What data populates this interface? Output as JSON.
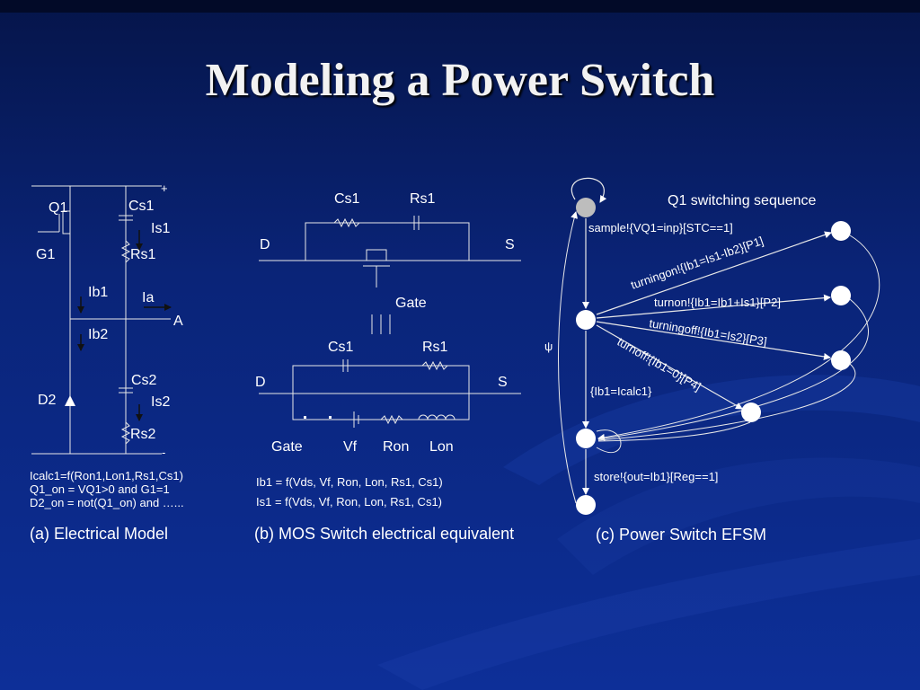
{
  "title": "Modeling a Power Switch",
  "panel_a": {
    "labels": {
      "plus": "+",
      "minus": "-",
      "q1": "Q1",
      "g1": "G1",
      "d2": "D2",
      "cs1": "Cs1",
      "is1": "Is1",
      "rs1": "Rs1",
      "ib1": "Ib1",
      "ia": "Ia",
      "a": "A",
      "ib2": "Ib2",
      "cs2": "Cs2",
      "is2": "Is2",
      "rs2": "Rs2"
    },
    "equations": [
      "Icalc1=f(Ron1,Lon1,Rs1,Cs1)",
      "Q1_on = VQ1>0 and G1=1",
      "D2_on = not(Q1_on) and …..."
    ],
    "caption": "(a) Electrical Model"
  },
  "panel_b": {
    "labels": {
      "cs1_top": "Cs1",
      "rs1_top": "Rs1",
      "d_top": "D",
      "s_top": "S",
      "gate_mid": "Gate",
      "cs1_bot": "Cs1",
      "rs1_bot": "Rs1",
      "d_bot": "D",
      "s_bot": "S",
      "gate_bot": "Gate",
      "vf": "Vf",
      "ron": "Ron",
      "lon": "Lon"
    },
    "equations": [
      "Ib1 = f(Vds, Vf, Ron, Lon, Rs1, Cs1)",
      "Is1 = f(Vds, Vf, Ron, Lon, Rs1, Cs1)"
    ],
    "caption": "(b) MOS Switch electrical equivalent"
  },
  "panel_c": {
    "heading": "Q1 switching sequence",
    "psi": "ψ",
    "transitions": {
      "sample": "sample!{VQ1=inp}[STC==1]",
      "turningon": "turningon!{Ib1=Is1-Ib2}[P1]",
      "turnon": "turnon!{Ib1=Ib1+Is1}[P2]",
      "turningoff": "turningoff!{Ib1=Is2}[P3]",
      "turnoff": "turnoff!{Ib1=0}[P4]",
      "icalc": "{Ib1=Icalc1}",
      "store": "store!{out=Ib1}[Reg==1]"
    },
    "caption": "(c) Power Switch EFSM"
  },
  "colors": {
    "background": "#0a2478",
    "title": "#f2f2f2",
    "initial_state": "#bdbdbd",
    "state": "#ffffff"
  }
}
